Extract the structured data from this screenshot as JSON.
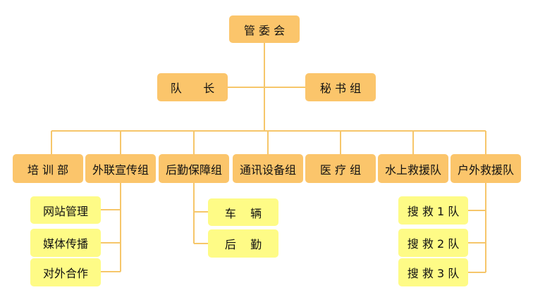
{
  "colors": {
    "orange_box": "#fbc56b",
    "yellow_box": "#fefb86",
    "connector": "#f6c66a"
  },
  "top": {
    "committee": "管 委 会"
  },
  "second": {
    "captain": "队      长",
    "secretary": "秘 书 组"
  },
  "departments": [
    "培 训 部",
    "外联宣传组",
    "后勤保障组",
    "通讯设备组",
    "医 疗 组",
    "水上救援队",
    "户外救援队"
  ],
  "outreach_sub": [
    "网站管理",
    "媒体传播",
    "对外合作"
  ],
  "logistics_sub": [
    "车    辆",
    "后    勤"
  ],
  "rescue_sub": [
    "搜 救 1 队",
    "搜 救 2 队",
    "搜 救 3 队"
  ]
}
